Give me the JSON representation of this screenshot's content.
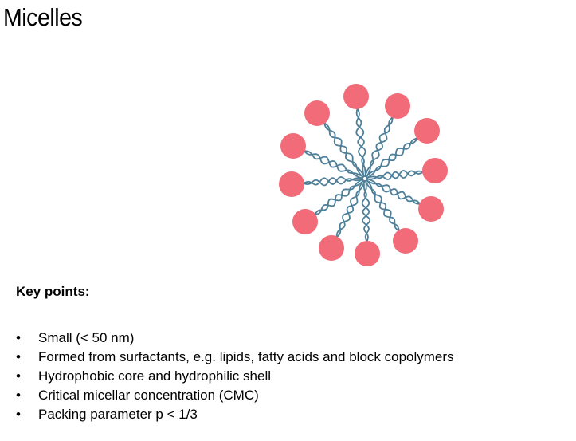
{
  "slide": {
    "title": "Micelles"
  },
  "figure": {
    "head_color": "#f26b79",
    "tail_color": "#4d7f99",
    "head_count": 12
  },
  "key_points": {
    "heading": "Key points:",
    "bullet_glyph": "•",
    "items": [
      "Small (< 50 nm)",
      "Formed from surfactants, e.g. lipids, fatty acids and block copolymers",
      "Hydrophobic core and hydrophilic shell",
      "Critical micellar concentration (CMC)",
      "Packing parameter p < 1/3"
    ]
  }
}
